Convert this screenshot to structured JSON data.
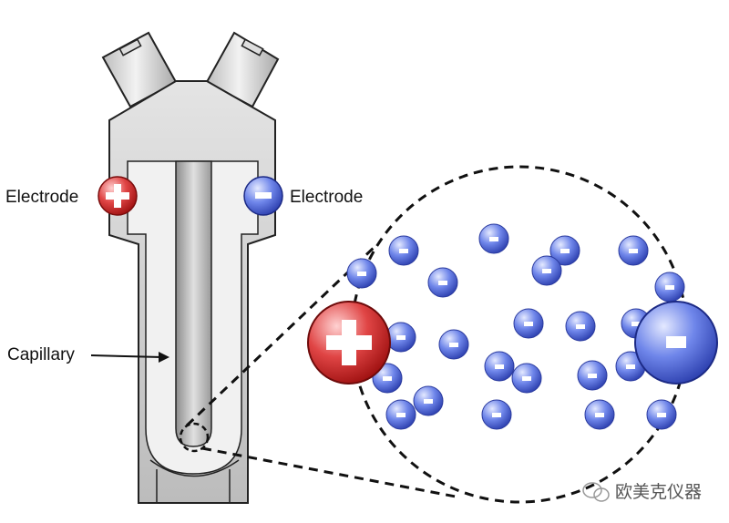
{
  "labels": {
    "electrode_left": "Electrode",
    "electrode_right": "Electrode",
    "capillary": "Capillary"
  },
  "watermark": {
    "text": "欧美克仪器",
    "icon": "wechat-icon"
  },
  "colors": {
    "positive": "#d42a2a",
    "negative": "#4a63d6",
    "body": "#c8c8c8",
    "outline": "#222222"
  },
  "ions": {
    "small_negative_count": 23,
    "large": [
      "positive",
      "negative"
    ]
  }
}
